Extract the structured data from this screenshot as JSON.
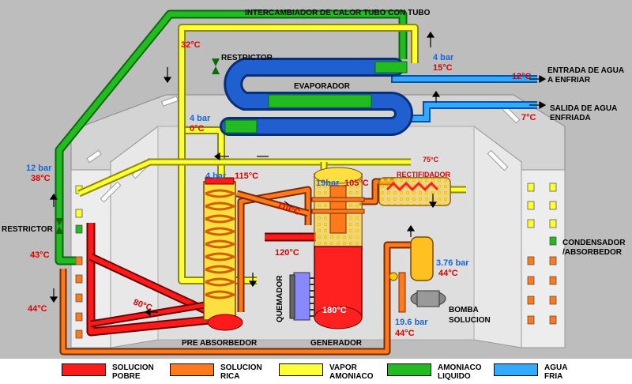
{
  "colors": {
    "poor": "#ff1a1a",
    "rich": "#ff7a1a",
    "vapor": "#ffff33",
    "liquid": "#22bb22",
    "water": "#33aaff",
    "evap": "#1f5fd0",
    "frame": "#c8c8c8"
  },
  "labels": {
    "hx_title": "INTERCAMBIADOR  DE CALOR TUBO CON TUBO",
    "restrictor_top": "RESTRICTOR",
    "restrictor_left": "RESTRICTOR",
    "evaporador": "EVAPORADOR",
    "entrada_agua_1": "ENTRADA DE AGUA",
    "entrada_agua_2": "A ENFRIAR",
    "salida_agua_1": "SALIDA DE AGUA",
    "salida_agua_2": "ENFRIADA",
    "condensador_1": "CONDENSADOR",
    "condensador_2": "/ABSORBEDOR",
    "rectificador": "RECTIFIDADOR",
    "quemador": "QUEMADOR",
    "generador": "GENERADOR",
    "pre_absorbedor": "PRE ABSORBEDOR",
    "bomba_1": "BOMBA",
    "bomba_2": "SOLUCION"
  },
  "readings": {
    "t_32": "32°C",
    "p_4bar_top": "4 bar",
    "t_15": "15°C",
    "t_12": "12°C",
    "t_7": "7°C",
    "p_4bar_left": "4 bar",
    "t_0": "0°C",
    "p_12bar": "12 bar",
    "t_38": "38°C",
    "t_43": "43°C",
    "t_44_left": "44°C",
    "p_4bar_pre": "4  bar",
    "t_115": "115°C",
    "p_19bar": "19bar",
    "t_105": "105°C",
    "t_75": "75°C",
    "t_110": "110°C",
    "t_120": "120°C",
    "t_80": "80°C",
    "t_180": "180°C",
    "p_376": "3.76 bar",
    "t_44_right": "44°C",
    "p_196": "19.6 bar",
    "t_44_bottom": "44°C"
  },
  "legend": [
    {
      "text": "SOLUCION\nPOBRE",
      "color": "#ff1a1a"
    },
    {
      "text": "SOLUCION\nRICA",
      "color": "#ff7a1a"
    },
    {
      "text": "VAPOR\nAMONIACO",
      "color": "#ffff33"
    },
    {
      "text": "AMONIACO\nLIQUIDO",
      "color": "#22bb22"
    },
    {
      "text": "AGUA\nFRIA",
      "color": "#33aaff"
    }
  ]
}
